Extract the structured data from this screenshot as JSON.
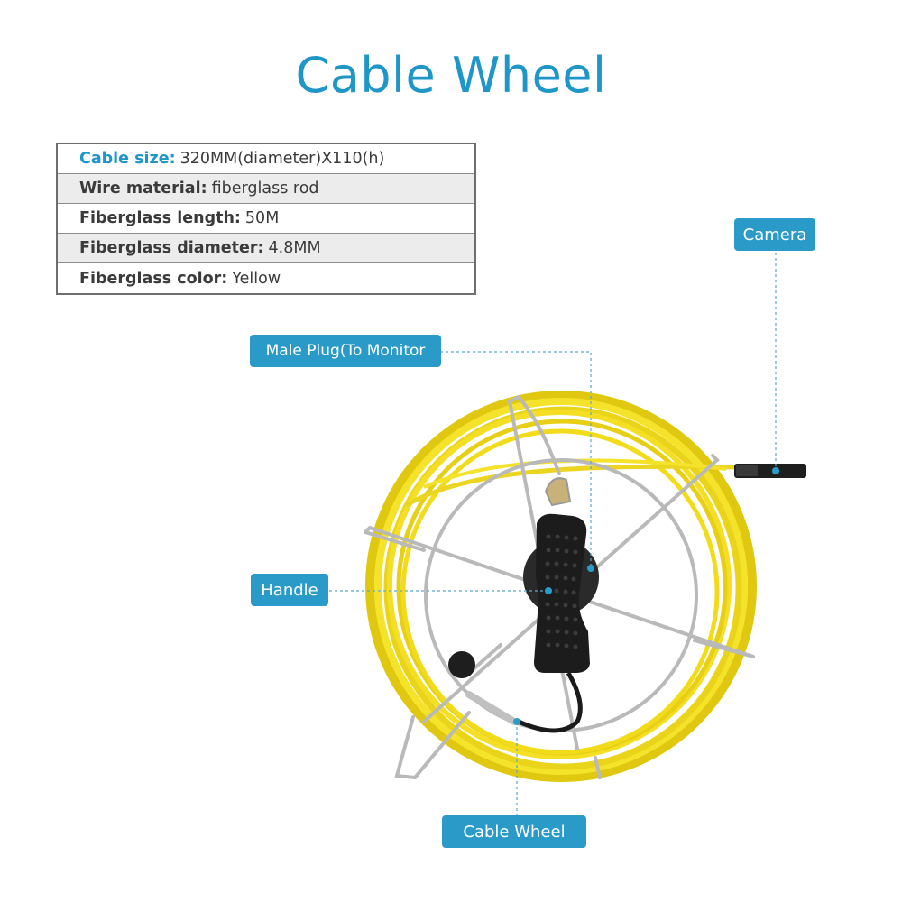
{
  "page": {
    "title": "Cable Wheel"
  },
  "specs": [
    {
      "label": "Cable size:",
      "value": "320MM(diameter)X110(h)"
    },
    {
      "label": "Wire material:",
      "value": "fiberglass rod"
    },
    {
      "label": "Fiberglass length:",
      "value": "50M"
    },
    {
      "label": "Fiberglass diameter:",
      "value": "4.8MM"
    },
    {
      "label": "Fiberglass color:",
      "value": "Yellow"
    }
  ],
  "callouts": {
    "camera": "Camera",
    "male_plug": "Male Plug(To Monitor",
    "handle": "Handle",
    "cable_wheel": "Cable Wheel"
  },
  "colors": {
    "accent": "#2a9bc9",
    "title": "#1e96c8",
    "cable": "#f2dc1a",
    "frame": "#b9b9b9",
    "handle": "#1c1c1c"
  }
}
